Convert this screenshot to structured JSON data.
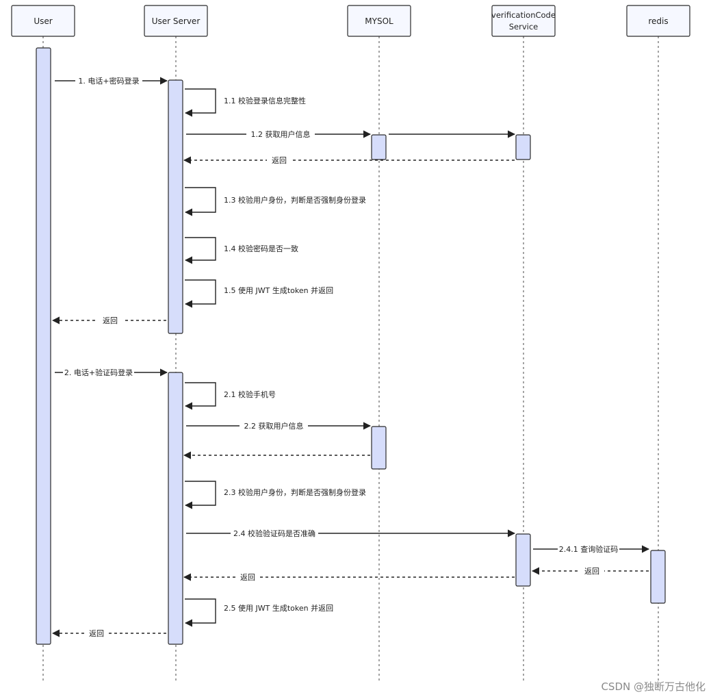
{
  "participants": [
    {
      "id": "user",
      "label": [
        "User"
      ]
    },
    {
      "id": "user_server",
      "label": [
        "User Server"
      ]
    },
    {
      "id": "mysql",
      "label": [
        "MYSOL"
      ]
    },
    {
      "id": "verification",
      "label": [
        "verificationCode",
        "Service"
      ]
    },
    {
      "id": "redis",
      "label": [
        "redis"
      ]
    }
  ],
  "messages": [
    {
      "id": "m1",
      "label": "1. 电话+密码登录",
      "from": "user",
      "to": "user_server",
      "style": "solid"
    },
    {
      "id": "m1_1",
      "label": "1.1 校验登录信息完整性",
      "from": "user_server",
      "to": "user_server",
      "style": "self"
    },
    {
      "id": "m1_2",
      "label": "1.2 获取用户信息",
      "from": "user_server",
      "to": "mysql",
      "style": "solid"
    },
    {
      "id": "m1_2b",
      "label": "",
      "from": "mysql",
      "to": "verification",
      "style": "solid"
    },
    {
      "id": "m1_2r",
      "label": "返回",
      "from": "verification",
      "to": "user_server",
      "style": "dashed"
    },
    {
      "id": "m1_3",
      "label": "1.3 校验用户身份，判断是否强制身份登录",
      "from": "user_server",
      "to": "user_server",
      "style": "self"
    },
    {
      "id": "m1_4",
      "label": "1.4 校验密码是否一致",
      "from": "user_server",
      "to": "user_server",
      "style": "self"
    },
    {
      "id": "m1_5",
      "label": "1.5 使用 JWT 生成token 并返回",
      "from": "user_server",
      "to": "user_server",
      "style": "self"
    },
    {
      "id": "m1_r",
      "label": "返回",
      "from": "user_server",
      "to": "user",
      "style": "dashed"
    },
    {
      "id": "m2",
      "label": "2. 电话+验证码登录",
      "from": "user",
      "to": "user_server",
      "style": "solid"
    },
    {
      "id": "m2_1",
      "label": "2.1 校验手机号",
      "from": "user_server",
      "to": "user_server",
      "style": "self"
    },
    {
      "id": "m2_2",
      "label": "2.2 获取用户信息",
      "from": "user_server",
      "to": "mysql",
      "style": "solid"
    },
    {
      "id": "m2_2r",
      "label": "",
      "from": "mysql",
      "to": "user_server",
      "style": "dashed"
    },
    {
      "id": "m2_3",
      "label": "2.3 校验用户身份，判断是否强制身份登录",
      "from": "user_server",
      "to": "user_server",
      "style": "self"
    },
    {
      "id": "m2_4",
      "label": "2.4 校验验证码是否准确",
      "from": "user_server",
      "to": "verification",
      "style": "solid"
    },
    {
      "id": "m2_4_1",
      "label": "2.4.1 查询验证码",
      "from": "verification",
      "to": "redis",
      "style": "solid"
    },
    {
      "id": "m2_4_1r",
      "label": "返回",
      "from": "redis",
      "to": "verification",
      "style": "dashed"
    },
    {
      "id": "m2_4r",
      "label": "返回",
      "from": "verification",
      "to": "user_server",
      "style": "dashed"
    },
    {
      "id": "m2_5",
      "label": "2.5 使用 JWT 生成token 并返回",
      "from": "user_server",
      "to": "user_server",
      "style": "self"
    },
    {
      "id": "m2_r",
      "label": "返回",
      "from": "user_server",
      "to": "user",
      "style": "dashed"
    }
  ],
  "watermark": "CSDN @独断万古他化"
}
